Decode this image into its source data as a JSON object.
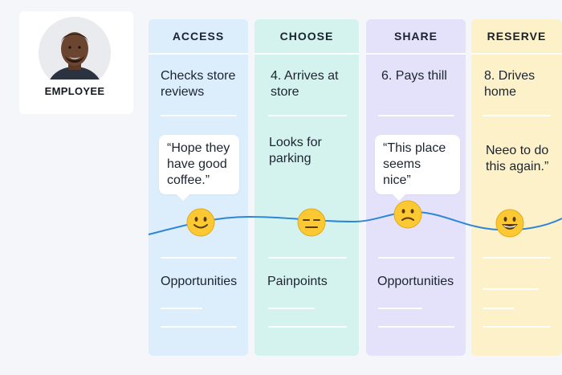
{
  "persona": {
    "label": "EMPLOYEE"
  },
  "columns": [
    {
      "title": "ACCESS",
      "step": "Checks store reviews",
      "quote": "“Hope they have good coffee.”",
      "section": "Opportunities",
      "mood": "smile"
    },
    {
      "title": "CHOOSE",
      "step": "4. Arrives at store",
      "quote": "Looks for parking",
      "section": "Painpoints",
      "mood": "neutral"
    },
    {
      "title": "SHARE",
      "step": "6. Pays thill",
      "quote": "“This place seems nice”",
      "section": "Opportunities",
      "mood": "slightly-frowning"
    },
    {
      "title": "RESERVE",
      "step": "8. Drives home",
      "quote": "Neeo to do this again.”",
      "section": "",
      "mood": "grinning"
    }
  ],
  "colors": {
    "access": "#dcedfb",
    "choose": "#d4f3ee",
    "share": "#e4e1fa",
    "reserve": "#fdf1c9",
    "curve": "#2e87d6"
  },
  "icons": [
    "smiling-face-icon",
    "expressionless-face-icon",
    "slightly-frowning-face-icon",
    "grinning-face-icon"
  ]
}
